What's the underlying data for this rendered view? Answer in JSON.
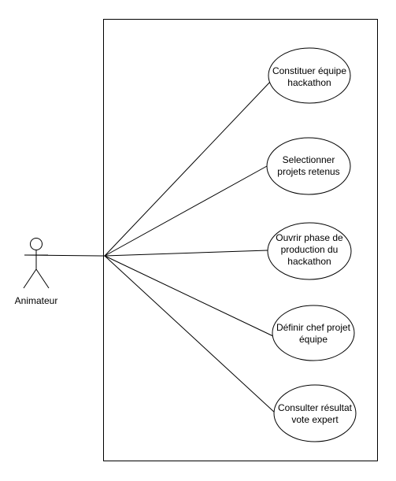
{
  "diagram": {
    "actor": {
      "label": "Animateur"
    },
    "use_cases": [
      {
        "line1": "Constituer équipe",
        "line2": "hackathon",
        "line3": ""
      },
      {
        "line1": "Selectionner",
        "line2": "projets retenus",
        "line3": ""
      },
      {
        "line1": "Ouvrir phase de",
        "line2": "production du",
        "line3": "hackathon"
      },
      {
        "line1": "Définir chef projet",
        "line2": "équipe",
        "line3": ""
      },
      {
        "line1": "Consulter résultat",
        "line2": "vote expert",
        "line3": ""
      }
    ],
    "colors": {
      "stroke": "#000000",
      "fill": "#ffffff"
    }
  }
}
